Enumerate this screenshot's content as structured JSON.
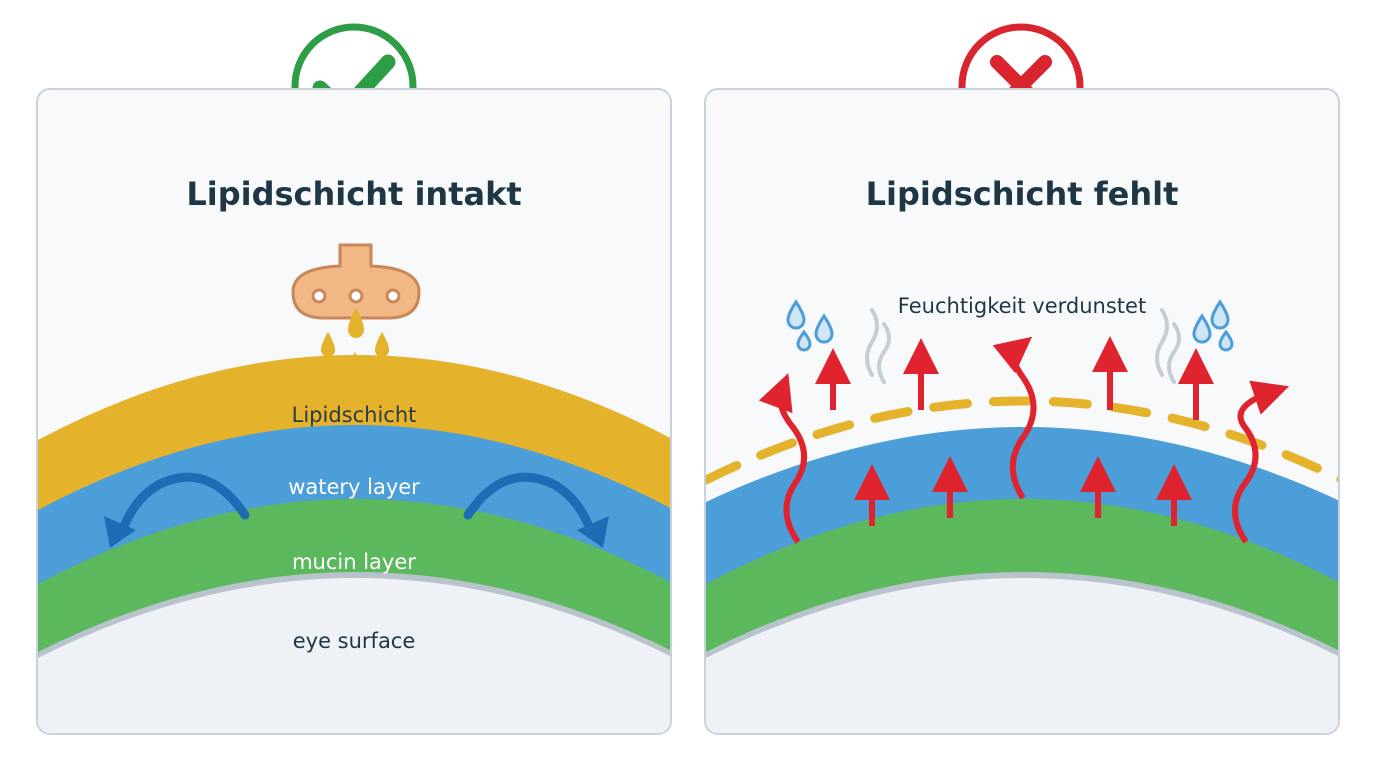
{
  "left_panel": {
    "title": "Lipidschicht intakt",
    "status": "check-icon",
    "layers": {
      "lipid": "Lipidschicht",
      "watery": "watery layer",
      "mucin": "mucin layer",
      "surface": "eye surface"
    }
  },
  "right_panel": {
    "title": "Lipidschicht fehlt",
    "status": "cross-icon",
    "note": "Feuchtigkeit verdunstet"
  },
  "colors": {
    "lipid": "#e4b22b",
    "watery": "#4c9ed9",
    "mucin": "#5cb85c",
    "check": "#2e9e46",
    "cross": "#d9262e",
    "arrow": "#e0242f",
    "circulation": "#1d6db6"
  }
}
